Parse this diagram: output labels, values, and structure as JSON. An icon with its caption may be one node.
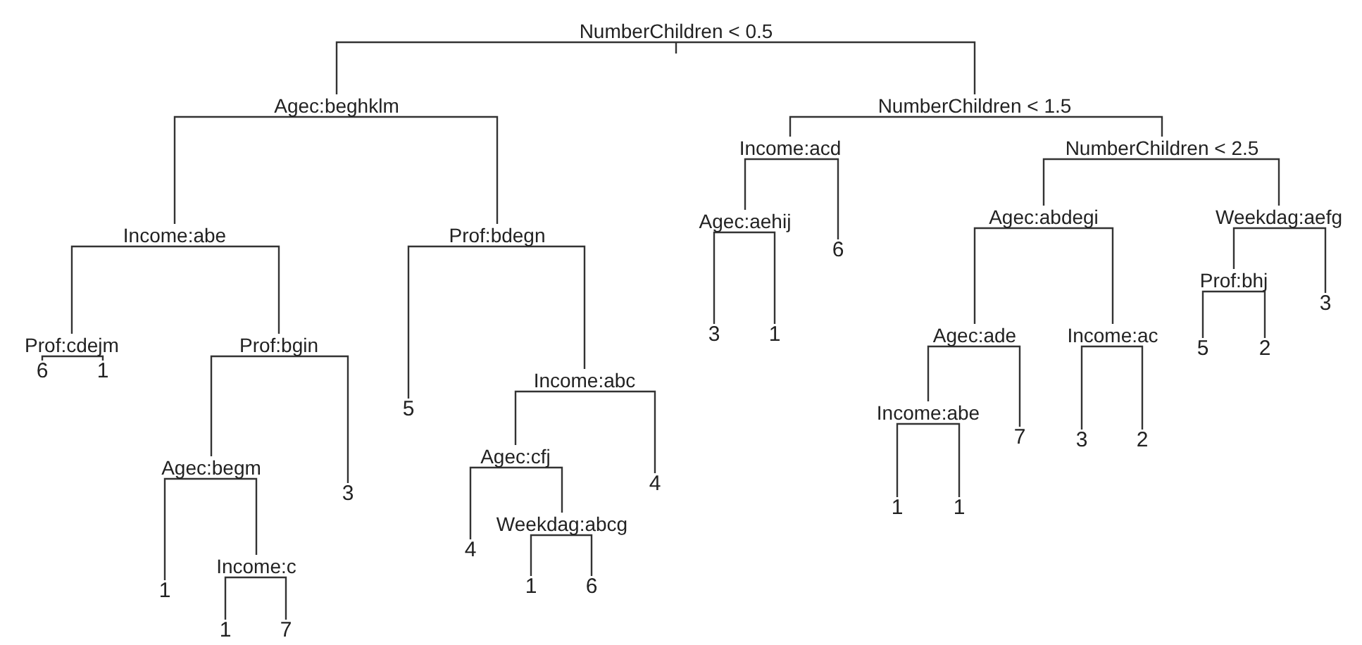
{
  "diagram": {
    "nodes": [
      {
        "text": [
          "NumberChildren < 0.5"
        ]
      },
      {
        "text": [
          "Agec:beghklm"
        ]
      },
      {
        "text": [
          "Income:abe"
        ]
      },
      {
        "text": [
          "Prof:cdejm"
        ]
      },
      {
        "text": [
          "6"
        ]
      },
      {
        "text": [
          "1"
        ]
      },
      {
        "text": [
          "Prof:bgin"
        ]
      },
      {
        "text": [
          "Agec:begm"
        ]
      },
      {
        "text": [
          "1"
        ]
      },
      {
        "text": [
          "Income:c"
        ]
      },
      {
        "text": [
          "1"
        ]
      },
      {
        "text": [
          "7"
        ]
      },
      {
        "text": [
          "3"
        ]
      },
      {
        "text": [
          "Prof:bdegn"
        ]
      },
      {
        "text": [
          "5"
        ]
      },
      {
        "text": [
          "Income:abc"
        ]
      },
      {
        "text": [
          "Agec:cfj"
        ]
      },
      {
        "text": [
          "4"
        ]
      },
      {
        "text": [
          "Weekdag:abcg"
        ]
      },
      {
        "text": [
          "1"
        ]
      },
      {
        "text": [
          "6"
        ]
      },
      {
        "text": [
          "4"
        ]
      },
      {
        "text": [
          "NumberChildren < 1.5"
        ]
      },
      {
        "text": [
          "Income:acd"
        ]
      },
      {
        "text": [
          "Agec:aehij"
        ]
      },
      {
        "text": [
          "3"
        ]
      },
      {
        "text": [
          "1"
        ]
      },
      {
        "text": [
          "6"
        ]
      },
      {
        "text": [
          "NumberChildren < 2.5"
        ]
      },
      {
        "text": [
          "Agec:abdegi"
        ]
      },
      {
        "text": [
          "Agec:ade"
        ]
      },
      {
        "text": [
          "Income:abe"
        ]
      },
      {
        "text": [
          "1"
        ]
      },
      {
        "text": [
          "1"
        ]
      },
      {
        "text": [
          "7"
        ]
      },
      {
        "text": [
          "Income:ac"
        ]
      },
      {
        "text": [
          "3"
        ]
      },
      {
        "text": [
          "2"
        ]
      },
      {
        "text": [
          "Weekdag:aefg"
        ]
      },
      {
        "text": [
          "Prof:bhj"
        ]
      },
      {
        "text": [
          "5"
        ]
      },
      {
        "text": [
          "2"
        ]
      },
      {
        "text": [
          "3"
        ]
      }
    ],
    "edges": [
      {
        "from": 0,
        "to": 1,
        "arrow": "none"
      },
      {
        "from": 0,
        "to": 22,
        "arrow": "none"
      },
      {
        "from": 1,
        "to": 2,
        "arrow": "none"
      },
      {
        "from": 1,
        "to": 13,
        "arrow": "none"
      },
      {
        "from": 2,
        "to": 3,
        "arrow": "none"
      },
      {
        "from": 2,
        "to": 6,
        "arrow": "none"
      },
      {
        "from": 3,
        "to": 4,
        "arrow": "none"
      },
      {
        "from": 3,
        "to": 5,
        "arrow": "none"
      },
      {
        "from": 6,
        "to": 7,
        "arrow": "none"
      },
      {
        "from": 6,
        "to": 12,
        "arrow": "none"
      },
      {
        "from": 7,
        "to": 8,
        "arrow": "none"
      },
      {
        "from": 7,
        "to": 9,
        "arrow": "none"
      },
      {
        "from": 9,
        "to": 10,
        "arrow": "none"
      },
      {
        "from": 9,
        "to": 11,
        "arrow": "none"
      },
      {
        "from": 13,
        "to": 14,
        "arrow": "none"
      },
      {
        "from": 13,
        "to": 15,
        "arrow": "none"
      },
      {
        "from": 15,
        "to": 16,
        "arrow": "none"
      },
      {
        "from": 15,
        "to": 21,
        "arrow": "none"
      },
      {
        "from": 16,
        "to": 17,
        "arrow": "none"
      },
      {
        "from": 16,
        "to": 18,
        "arrow": "none"
      },
      {
        "from": 18,
        "to": 19,
        "arrow": "none"
      },
      {
        "from": 18,
        "to": 20,
        "arrow": "none"
      },
      {
        "from": 22,
        "to": 23,
        "arrow": "none"
      },
      {
        "from": 22,
        "to": 28,
        "arrow": "none"
      },
      {
        "from": 23,
        "to": 24,
        "arrow": "none"
      },
      {
        "from": 23,
        "to": 27,
        "arrow": "none"
      },
      {
        "from": 24,
        "to": 25,
        "arrow": "none"
      },
      {
        "from": 24,
        "to": 26,
        "arrow": "none"
      },
      {
        "from": 28,
        "to": 29,
        "arrow": "none"
      },
      {
        "from": 28,
        "to": 38,
        "arrow": "none"
      },
      {
        "from": 29,
        "to": 30,
        "arrow": "none"
      },
      {
        "from": 29,
        "to": 35,
        "arrow": "none"
      },
      {
        "from": 30,
        "to": 31,
        "arrow": "none"
      },
      {
        "from": 30,
        "to": 34,
        "arrow": "none"
      },
      {
        "from": 31,
        "to": 32,
        "arrow": "none"
      },
      {
        "from": 31,
        "to": 33,
        "arrow": "none"
      },
      {
        "from": 35,
        "to": 36,
        "arrow": "none"
      },
      {
        "from": 35,
        "to": 37,
        "arrow": "none"
      },
      {
        "from": 38,
        "to": 39,
        "arrow": "none"
      },
      {
        "from": 38,
        "to": 42,
        "arrow": "none"
      },
      {
        "from": 39,
        "to": 40,
        "arrow": "none"
      },
      {
        "from": 39,
        "to": 41,
        "arrow": "none"
      }
    ]
  }
}
